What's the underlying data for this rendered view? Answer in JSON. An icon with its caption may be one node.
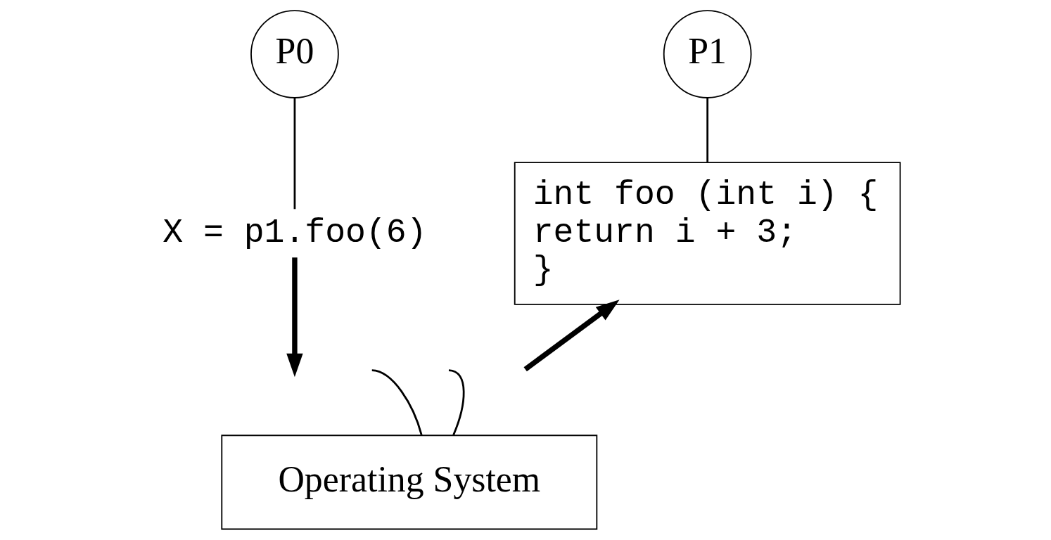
{
  "diagram": {
    "nodes": [
      {
        "text": [
          "P0"
        ]
      },
      {
        "text": [
          "P1"
        ]
      },
      {
        "text": [
          "X = p1.foo(6)"
        ]
      },
      {
        "text": [
          "int foo (int i) {",
          " return i + 3;",
          "}"
        ]
      },
      {
        "text": [
          "Operating System"
        ]
      }
    ],
    "edges": [
      {
        "from": 0,
        "to": 2,
        "arrow": "none"
      },
      {
        "from": 1,
        "to": 3,
        "arrow": "none"
      },
      {
        "from": 2,
        "to": null,
        "arrow": "to",
        "style": "thick"
      },
      {
        "from": null,
        "to": 3,
        "arrow": "to",
        "style": "thick"
      },
      {
        "from": 4,
        "to": null,
        "arrow": "none"
      },
      {
        "from": 4,
        "to": null,
        "arrow": "none"
      }
    ]
  }
}
